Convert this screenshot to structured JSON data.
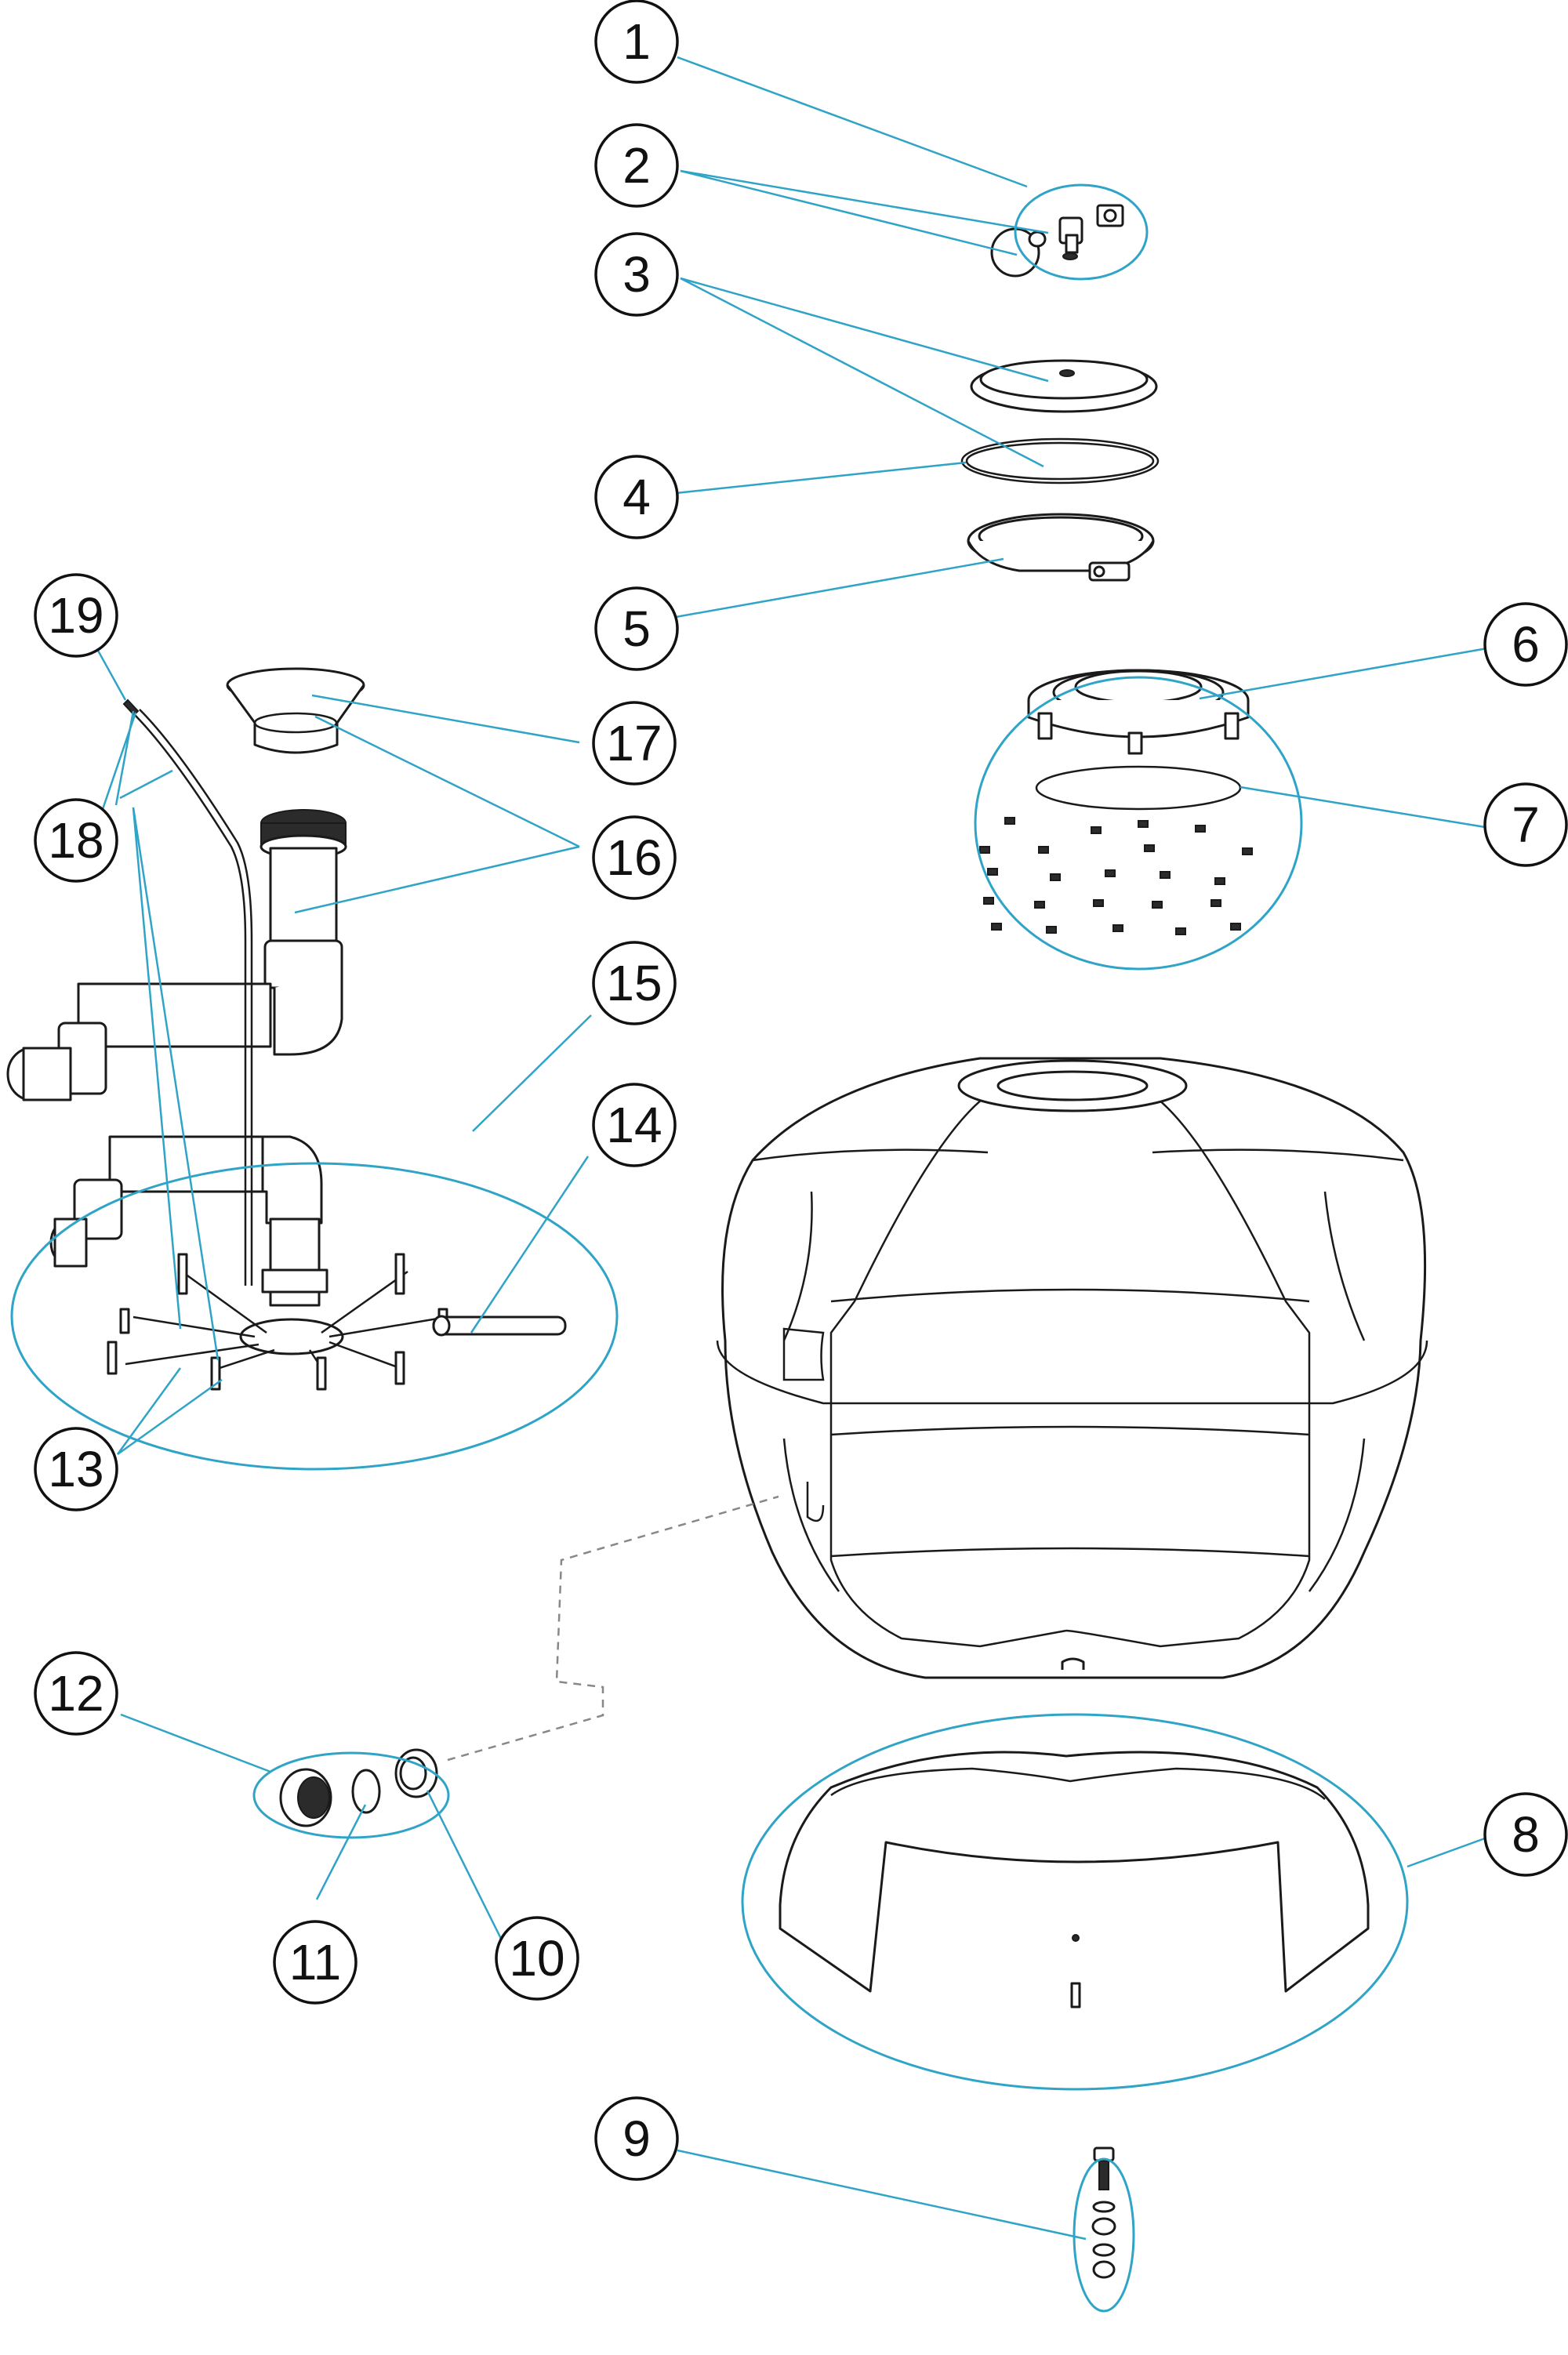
{
  "diagram": {
    "type": "exploded-parts-view",
    "accent_color": "#2fa4c7",
    "connector_color": "#888888",
    "callouts": [
      {
        "label": "1"
      },
      {
        "label": "2"
      },
      {
        "label": "3"
      },
      {
        "label": "4"
      },
      {
        "label": "5"
      },
      {
        "label": "6"
      },
      {
        "label": "7"
      },
      {
        "label": "8"
      },
      {
        "label": "9"
      },
      {
        "label": "10"
      },
      {
        "label": "11"
      },
      {
        "label": "12"
      },
      {
        "label": "13"
      },
      {
        "label": "14"
      },
      {
        "label": "15"
      },
      {
        "label": "16"
      },
      {
        "label": "17"
      },
      {
        "label": "18"
      },
      {
        "label": "19"
      }
    ]
  }
}
